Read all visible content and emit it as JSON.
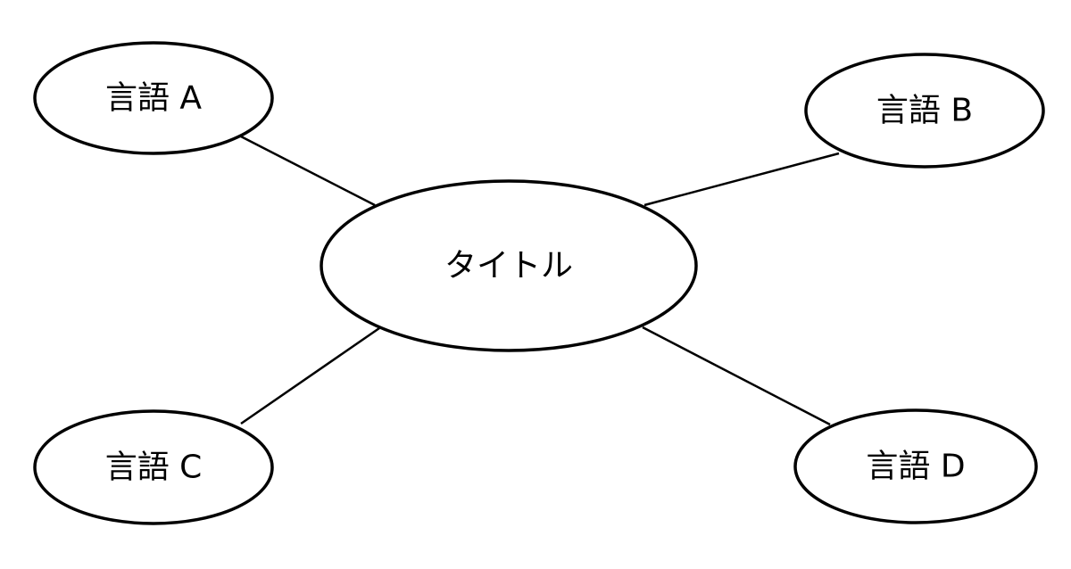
{
  "center": {
    "label": "タイトル"
  },
  "nodes": [
    {
      "id": "a",
      "label": "言語 A"
    },
    {
      "id": "b",
      "label": "言語 B"
    },
    {
      "id": "c",
      "label": "言語 C"
    },
    {
      "id": "d",
      "label": "言語 D"
    }
  ],
  "colors": {
    "stroke": "#000000",
    "fill": "#ffffff",
    "text": "#000000"
  }
}
